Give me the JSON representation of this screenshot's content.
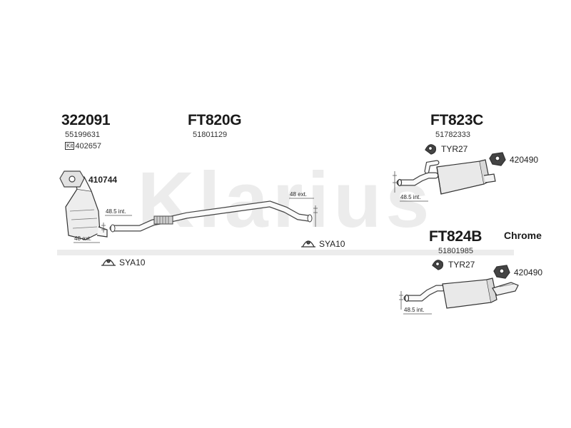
{
  "watermark": "Klarius",
  "parts": {
    "front_pipe": {
      "number": "322091",
      "oe": "55199631",
      "kit_prefix": "Kit",
      "kit": "402657"
    },
    "centre_pipe": {
      "number": "FT820G",
      "oe": "51801129"
    },
    "rear_box_a": {
      "number": "FT823C",
      "oe": "51782333"
    },
    "rear_box_b": {
      "number": "FT824B",
      "oe": "51801985",
      "finish": "Chrome"
    }
  },
  "fittings": {
    "front_mount": "410744",
    "clamp_front": "SYA10",
    "clamp_mid": "SYA10",
    "hanger_a": "TYR27",
    "rubber_a": "420490",
    "hanger_b": "TYR27",
    "rubber_b": "420490"
  },
  "dimensions": {
    "front_int": "48.5 int.",
    "front_ext": "48 ext.",
    "mid_ext": "48 ext.",
    "rear_a_int": "48.5 int.",
    "rear_b_int": "48.5 int."
  }
}
